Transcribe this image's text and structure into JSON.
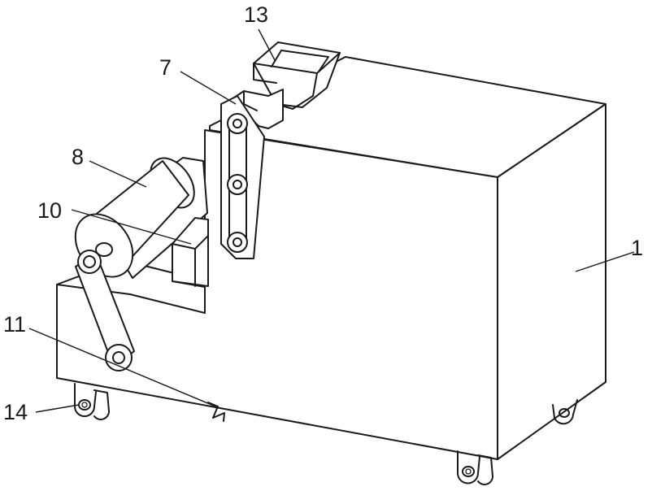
{
  "labels": [
    {
      "id": "1",
      "text": "1"
    },
    {
      "id": "7",
      "text": "7"
    },
    {
      "id": "8",
      "text": "8"
    },
    {
      "id": "10",
      "text": "10"
    },
    {
      "id": "11",
      "text": "11"
    },
    {
      "id": "13",
      "text": "13"
    },
    {
      "id": "14",
      "text": "14"
    }
  ]
}
